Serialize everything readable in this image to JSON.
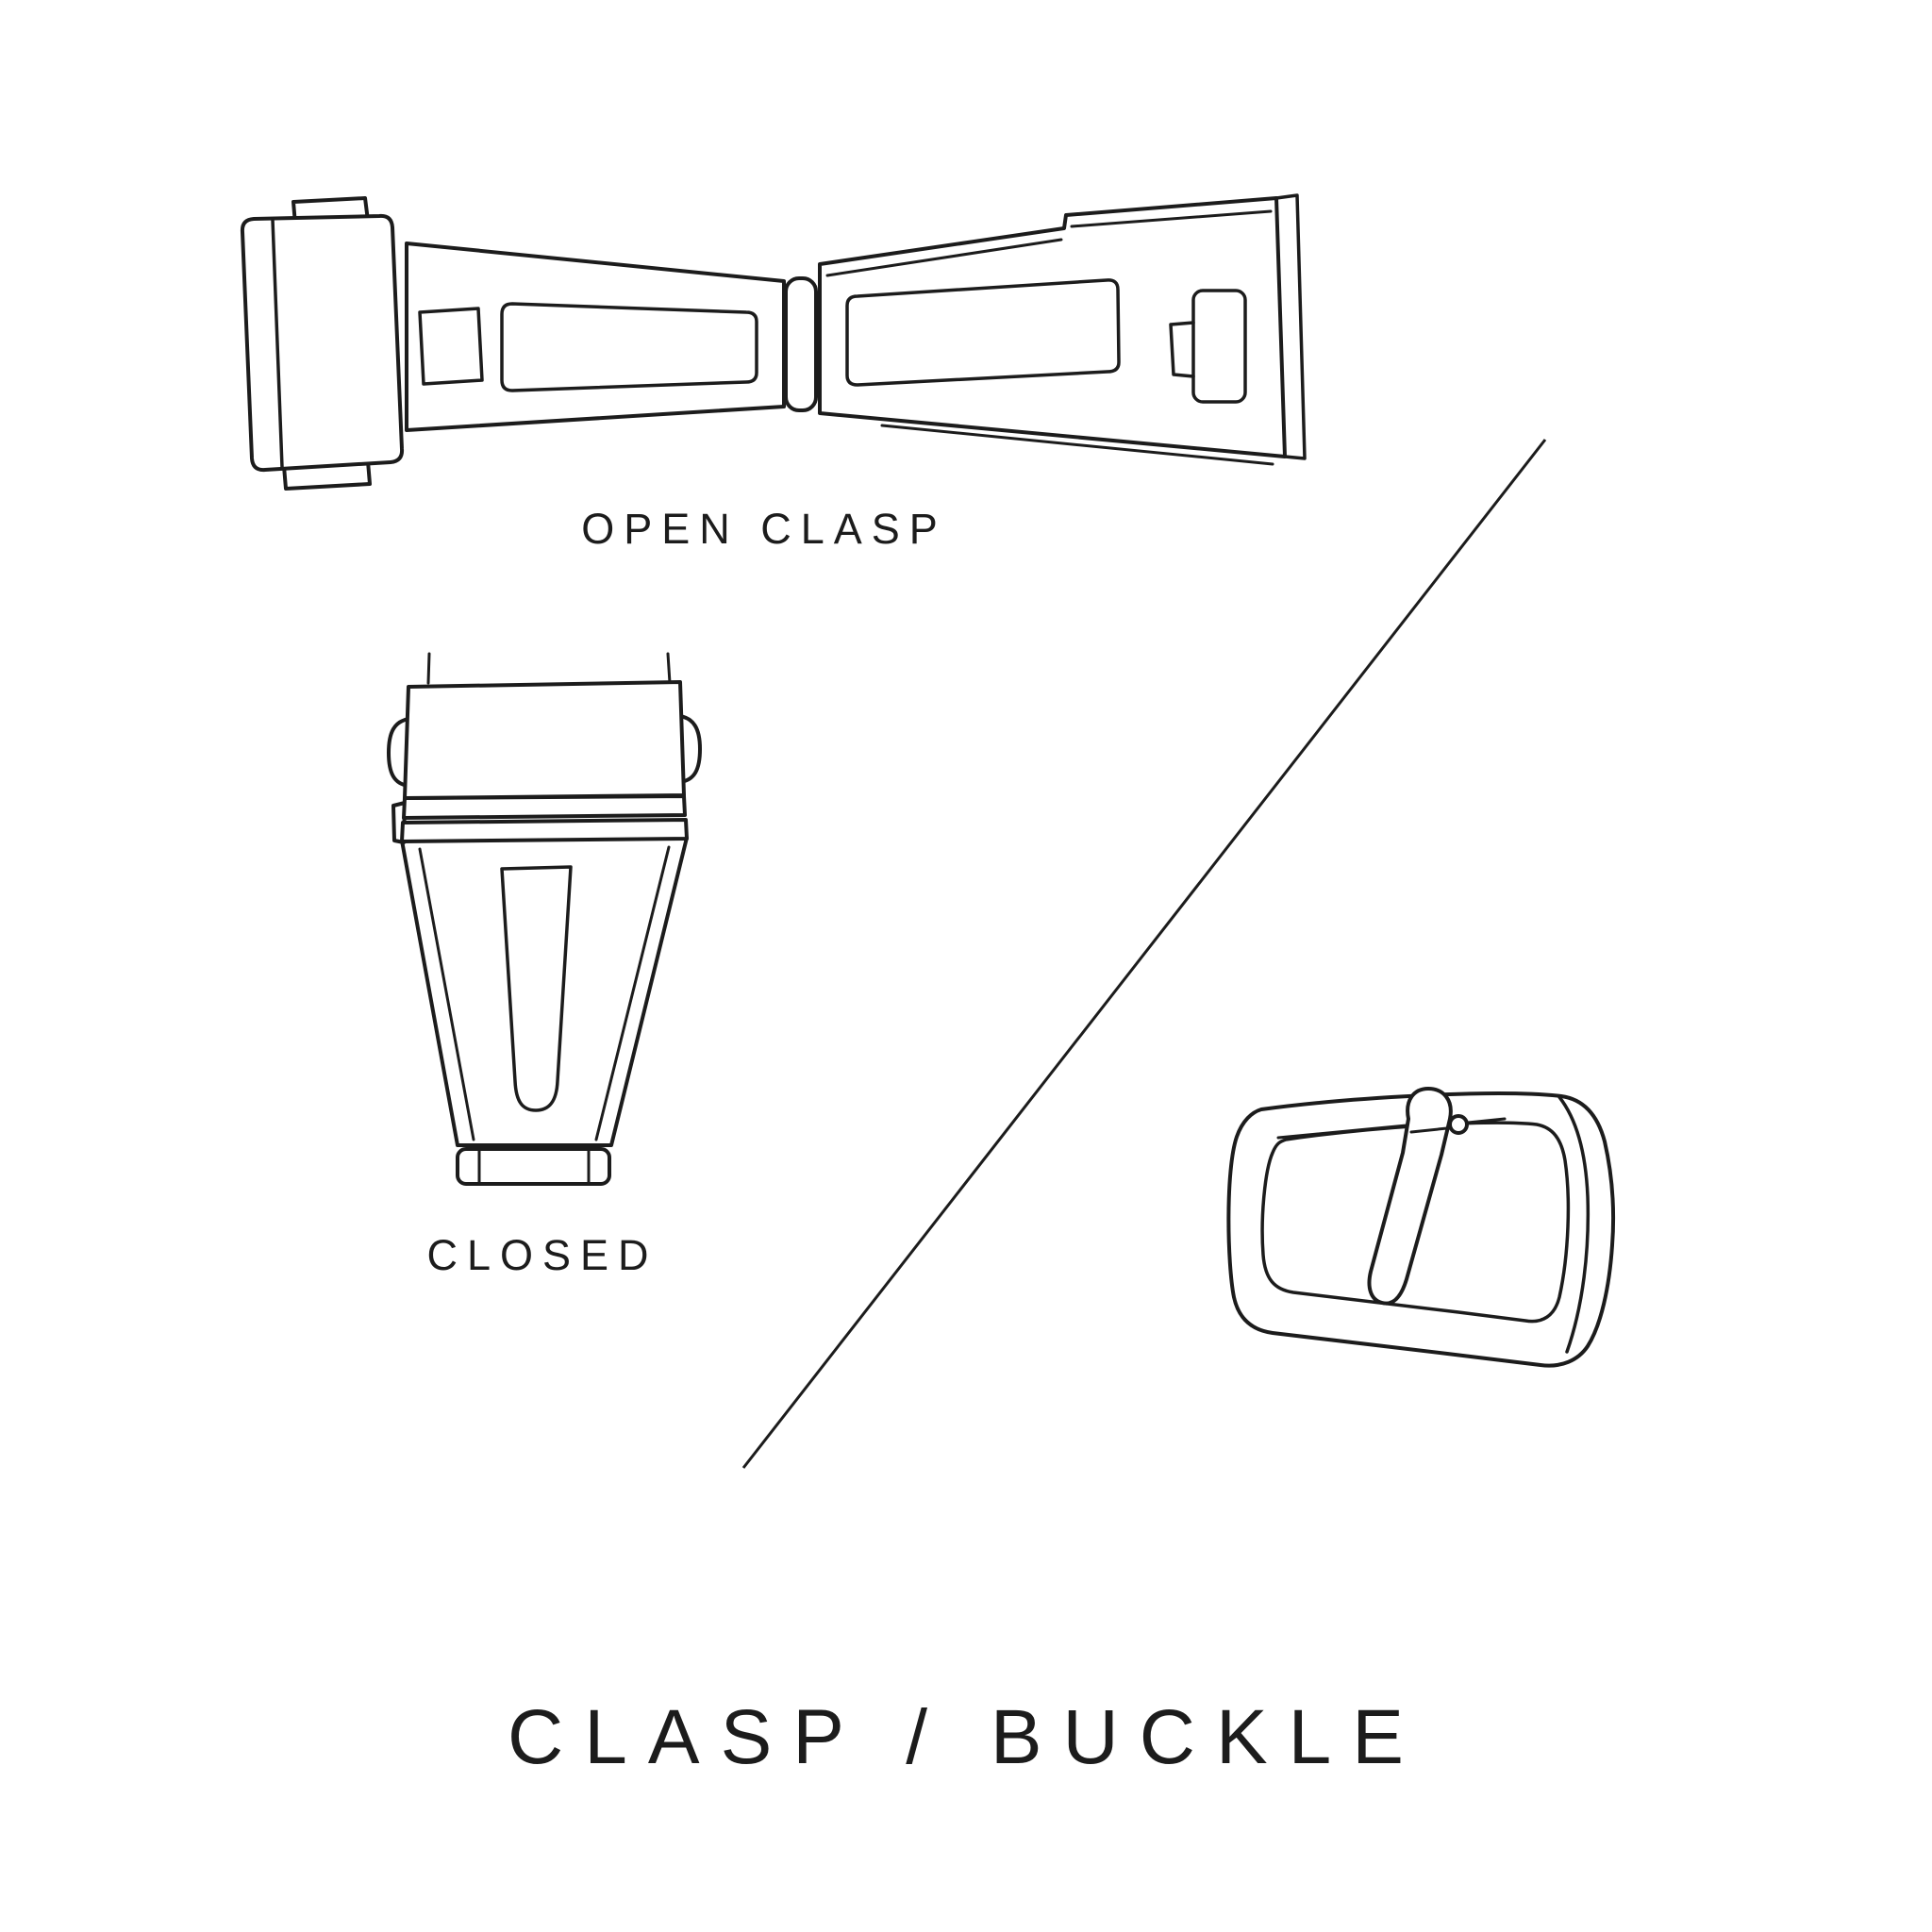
{
  "title": "CLASP / BUCKLE",
  "labels": {
    "open_clasp": "OPEN CLASP",
    "closed": "CLOSED"
  },
  "figures": [
    "open-clasp",
    "closed-clasp",
    "buckle"
  ],
  "colors": {
    "background": "#ffffff",
    "line": "#1c1c1c",
    "text": "#1c1c1c"
  }
}
